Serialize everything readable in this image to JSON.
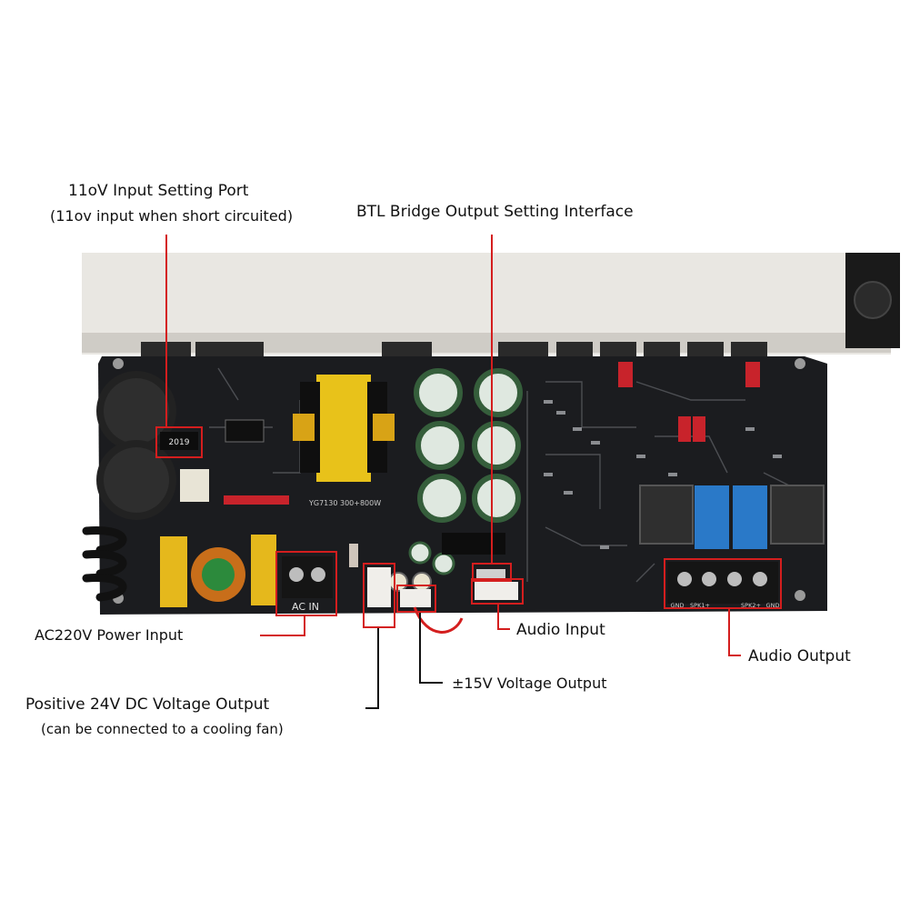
{
  "labels": {
    "input_setting_port": "11oV Input Setting Port",
    "input_setting_port_note": "(11ov input when short circuited)",
    "btl_bridge": "BTL Bridge Output Setting Interface",
    "ac_power_input": "AC220V Power Input",
    "audio_input": "Audio Input",
    "audio_output": "Audio Output",
    "pm15v_output": "±15V Voltage Output",
    "dc24v_output": "Positive 24V DC Voltage Output",
    "dc24v_output_note": "(can be connected to a cooling fan)"
  },
  "board": {
    "chip_marking": "2019",
    "ac_terminal_label": "AC IN",
    "model_silkscreen": "YG7130  300+800W",
    "speaker_terminals": [
      "GND",
      "SPK1+",
      "SPK2+",
      "GND"
    ]
  },
  "colors": {
    "annotation": "#d41e1e",
    "pcb": "#1b1c1f",
    "heatsink": "#e9e7e2",
    "transformer": "#e8c21a",
    "relay": "#2a79c8"
  }
}
